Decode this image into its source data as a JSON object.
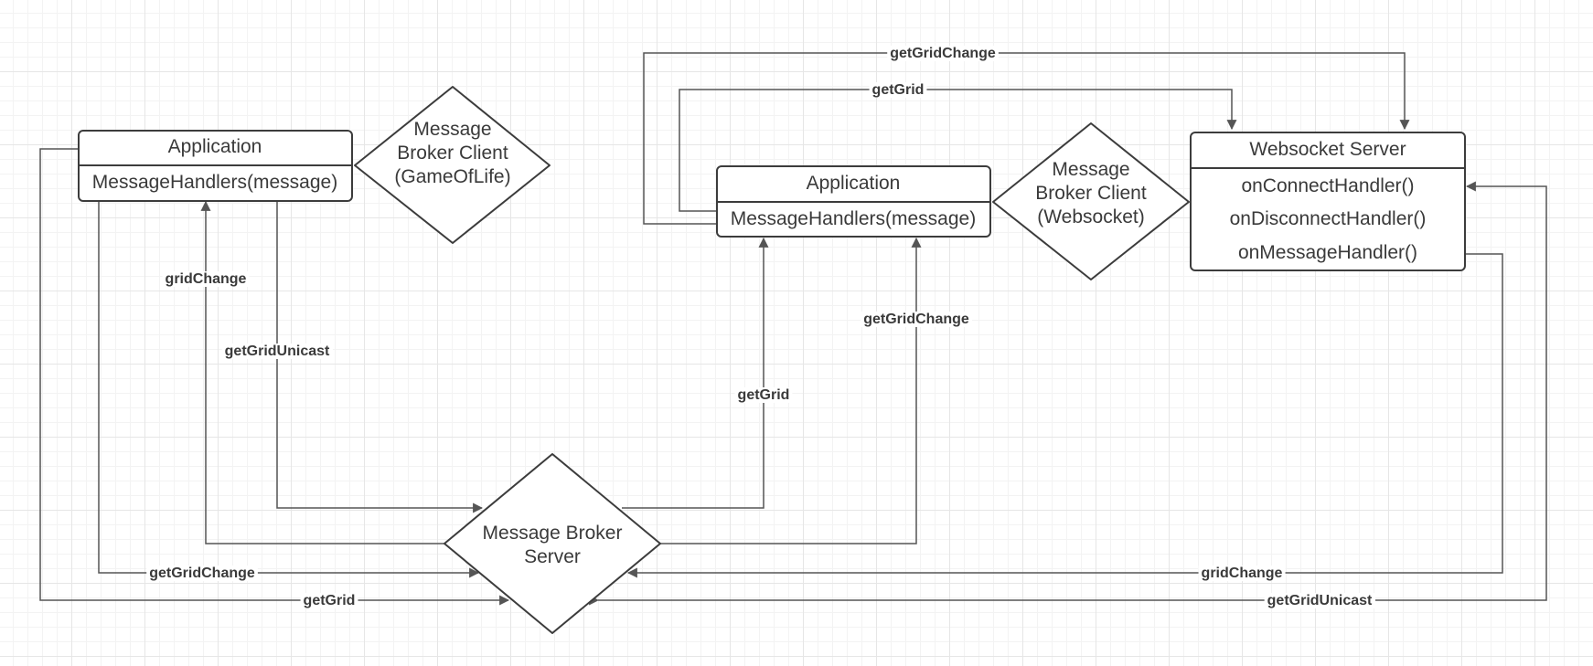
{
  "nodes": {
    "app_gameoflife": {
      "title": "Application",
      "methods": [
        "MessageHandlers(message)"
      ]
    },
    "broker_client_gameoflife": {
      "lines": [
        "Message",
        "Broker Client",
        "(GameOfLife)"
      ]
    },
    "app_websocket": {
      "title": "Application",
      "methods": [
        "MessageHandlers(message)"
      ]
    },
    "broker_client_websocket": {
      "lines": [
        "Message",
        "Broker Client",
        "(Websocket)"
      ]
    },
    "websocket_server": {
      "title": "Websocket Server",
      "methods": [
        "onConnectHandler()",
        "onDisconnectHandler()",
        "onMessageHandler()"
      ]
    },
    "broker_server": {
      "lines": [
        "Message Broker",
        "Server"
      ]
    }
  },
  "edges": [
    {
      "id": "e1",
      "label": "getGridChange"
    },
    {
      "id": "e2",
      "label": "getGrid"
    },
    {
      "id": "e3",
      "label": "gridChange"
    },
    {
      "id": "e4",
      "label": "getGridUnicast"
    },
    {
      "id": "e5",
      "label": "getGridChange"
    },
    {
      "id": "e6",
      "label": "getGrid"
    },
    {
      "id": "e7",
      "label": "getGrid"
    },
    {
      "id": "e8",
      "label": "getGridChange"
    },
    {
      "id": "e9",
      "label": "gridChange"
    },
    {
      "id": "e10",
      "label": "getGridUnicast"
    }
  ],
  "colors": {
    "stroke": "#3c3c3c",
    "connector": "#555555",
    "text": "#3a3a3a",
    "grid_major": "#e6e6e6",
    "grid_minor": "#f3f3f3"
  }
}
